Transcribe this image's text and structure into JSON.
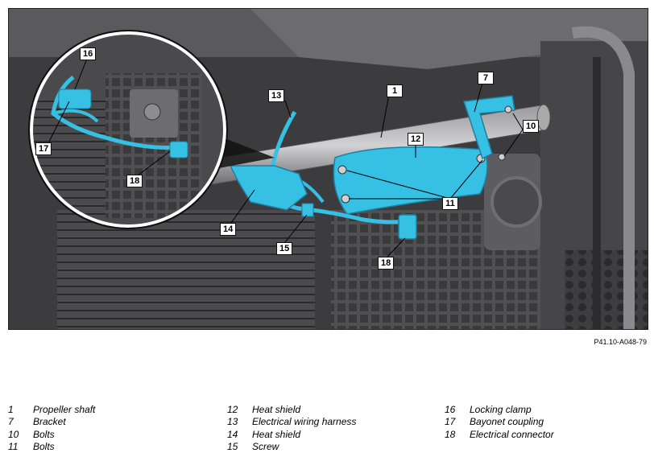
{
  "figure": {
    "id": "P41.10-A048-79",
    "colors": {
      "highlight": "#36c0e4",
      "background": "#3c3c3e",
      "callout_border": "#111111"
    },
    "callouts": {
      "c1": "1",
      "c7": "7",
      "c10": "10",
      "c11": "11",
      "c12": "12",
      "c13": "13",
      "c14": "14",
      "c15": "15",
      "c16": "16",
      "c17": "17",
      "c18_detail": "18",
      "c18_main": "18"
    }
  },
  "legend": {
    "col1": [
      {
        "num": "1",
        "text": "Propeller shaft"
      },
      {
        "num": "7",
        "text": "Bracket"
      },
      {
        "num": "10",
        "text": "Bolts"
      },
      {
        "num": "11",
        "text": "Bolts"
      }
    ],
    "col2": [
      {
        "num": "12",
        "text": "Heat shield"
      },
      {
        "num": "13",
        "text": "Electrical wiring harness"
      },
      {
        "num": "14",
        "text": "Heat shield"
      },
      {
        "num": "15",
        "text": "Screw"
      }
    ],
    "col3": [
      {
        "num": "16",
        "text": "Locking clamp"
      },
      {
        "num": "17",
        "text": "Bayonet coupling"
      },
      {
        "num": "18",
        "text": "Electrical connector"
      }
    ]
  }
}
